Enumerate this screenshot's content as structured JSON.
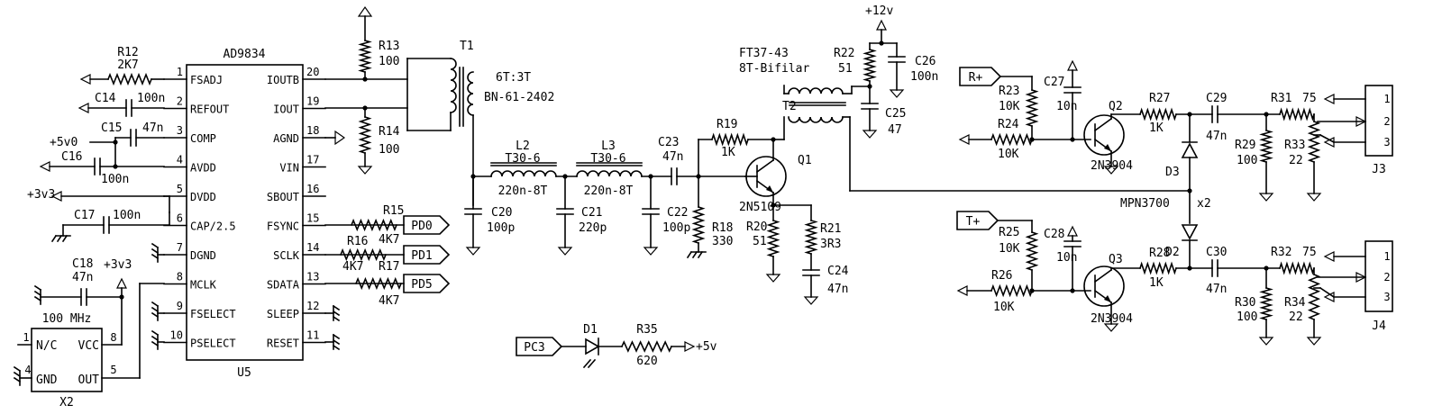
{
  "chip": {
    "name": "AD9834",
    "ref": "U5",
    "left_pins": [
      {
        "num": "1",
        "name": "FSADJ"
      },
      {
        "num": "2",
        "name": "REFOUT"
      },
      {
        "num": "3",
        "name": "COMP"
      },
      {
        "num": "4",
        "name": "AVDD"
      },
      {
        "num": "5",
        "name": "DVDD"
      },
      {
        "num": "6",
        "name": "CAP/2.5"
      },
      {
        "num": "7",
        "name": "DGND"
      },
      {
        "num": "8",
        "name": "MCLK"
      },
      {
        "num": "9",
        "name": "FSELECT"
      },
      {
        "num": "10",
        "name": "PSELECT"
      }
    ],
    "right_pins": [
      {
        "num": "20",
        "name": "IOUTB"
      },
      {
        "num": "19",
        "name": "IOUT"
      },
      {
        "num": "18",
        "name": "AGND"
      },
      {
        "num": "17",
        "name": "VIN"
      },
      {
        "num": "16",
        "name": "SBOUT"
      },
      {
        "num": "15",
        "name": "FSYNC"
      },
      {
        "num": "14",
        "name": "SCLK"
      },
      {
        "num": "13",
        "name": "SDATA"
      },
      {
        "num": "12",
        "name": "SLEEP"
      },
      {
        "num": "11",
        "name": "RESET"
      }
    ]
  },
  "osc": {
    "ref": "X2",
    "freq": "100 MHz",
    "pin1": "1",
    "pin4": "4",
    "pin5": "5",
    "pin8": "8",
    "nc": "N/C",
    "vcc": "VCC",
    "gnd": "GND",
    "out": "OUT"
  },
  "supplies": {
    "p5v0": "+5v0",
    "p3v3": "+3v3",
    "p3v3b": "+3v3",
    "p12": "+12v",
    "p5": "+5v"
  },
  "labels": {
    "R12": "R12",
    "R12v": "2K7",
    "C14": "C14",
    "C14v": "100n",
    "C15": "C15",
    "C15v": "47n",
    "C16": "C16",
    "C16v": "100n",
    "C17": "C17",
    "C17v": "100n",
    "C18": "C18",
    "C18v": "47n",
    "R13": "R13",
    "R13v": "100",
    "R14": "R14",
    "R14v": "100",
    "T1": "T1",
    "T1a": "6T:3T",
    "T1b": "BN-61-2402",
    "L2": "L2",
    "L2a": "T30-6",
    "L2b": "220n-8T",
    "L3": "L3",
    "L3a": "T30-6",
    "L3b": "220n-8T",
    "C20": "C20",
    "C20v": "100p",
    "C21": "C21",
    "C21v": "220p",
    "C22": "C22",
    "C22v": "100p",
    "C23": "C23",
    "C23v": "47n",
    "R18": "R18",
    "R18v": "330",
    "R19": "R19",
    "R19v": "1K",
    "Q1": "Q1",
    "Q1t": "2N5109",
    "R20": "R20",
    "R20v": "51",
    "R21": "R21",
    "R21v": "3R3",
    "C24": "C24",
    "C24v": "47n",
    "T2": "T2",
    "T2a": "FT37-43",
    "T2b": "8T-Bifilar",
    "R22": "R22",
    "R22v": "51",
    "C25": "C25",
    "C25v": "47",
    "C26": "C26",
    "C26v": "100n",
    "R15": "R15",
    "R15v": "4K7",
    "R16": "R16",
    "R16v": "4K7",
    "R17": "R17",
    "R17v": "4K7",
    "PD0": "PD0",
    "PD1": "PD1",
    "PD5": "PD5",
    "D1": "D1",
    "R35": "R35",
    "R35v": "620",
    "PC3": "PC3",
    "Rp": "R+",
    "Tp": "T+",
    "R23": "R23",
    "R23v": "10K",
    "R24": "R24",
    "R24v": "10K",
    "C27": "C27",
    "C27v": "10n",
    "Q2": "Q2",
    "Q2t": "2N3904",
    "R27": "R27",
    "R27v": "1K",
    "C29": "C29",
    "C29v": "47n",
    "R31": "R31",
    "R31v": "75",
    "R29": "R29",
    "R29v": "100",
    "R33": "R33",
    "R33v": "22",
    "J3": "J3",
    "D3": "D3",
    "D2": "D2",
    "MPN": "MPN3700",
    "x2": "x2",
    "R25": "R25",
    "R25v": "10K",
    "R26": "R26",
    "R26v": "10K",
    "C28": "C28",
    "C28v": "10n",
    "Q3": "Q3",
    "Q3t": "2N3904",
    "R28": "R28",
    "R28v": "1K",
    "C30": "C30",
    "C30v": "47n",
    "R32": "R32",
    "R32v": "75",
    "R30": "R30",
    "R30v": "100",
    "R34": "R34",
    "R34v": "22",
    "J4": "J4",
    "j1": "1",
    "j2": "2",
    "j3": "3"
  }
}
